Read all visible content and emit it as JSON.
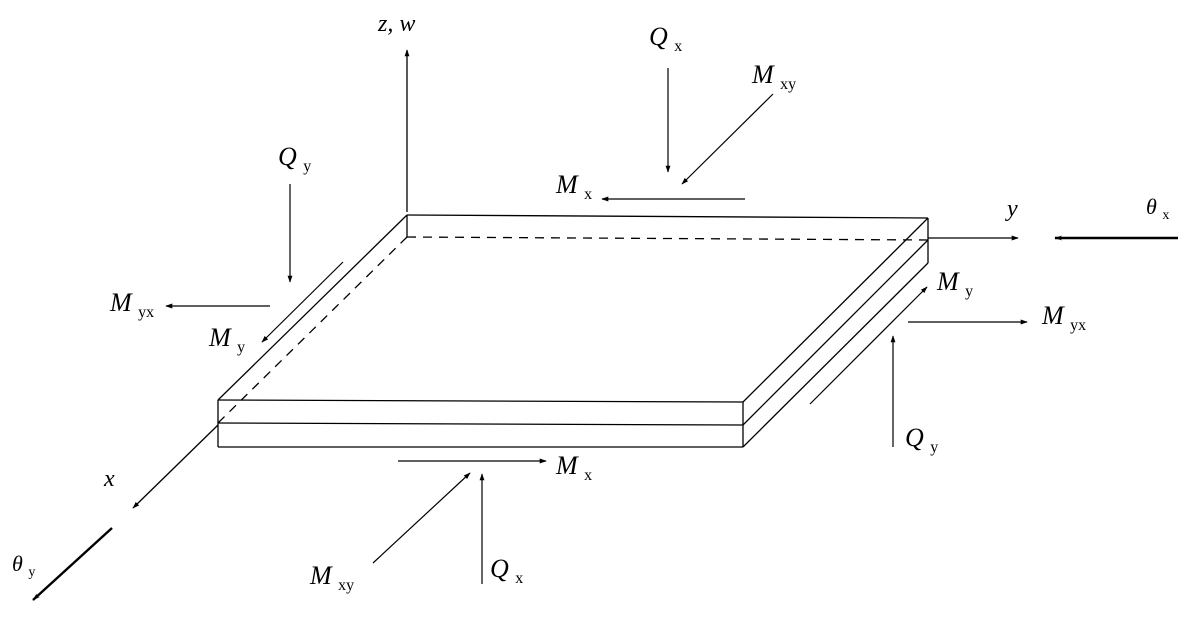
{
  "labels": {
    "z_w": "z, w",
    "y_axis": "y",
    "x_axis": "x",
    "theta_x": "θx",
    "theta_y": "θy",
    "qx_top": "Qx",
    "mxy_top": "Mxy",
    "mx_top": "Mx",
    "qy_left": "Qy",
    "myx_left": "Myx",
    "my_left": "My",
    "my_right": "My",
    "myx_right": "Myx",
    "qy_right": "Qy",
    "mx_bottom": "Mx",
    "mxy_bottom": "Mxy",
    "qx_bottom": "Qx"
  },
  "colors": {
    "ink": "#000000",
    "background": "#ffffff"
  }
}
